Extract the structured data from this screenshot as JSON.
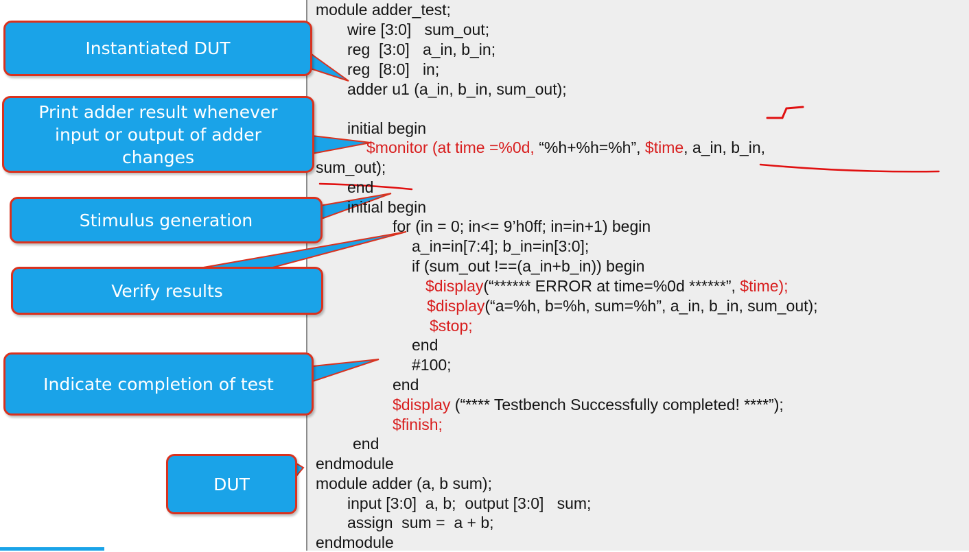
{
  "callouts": {
    "instantiated_dut": "Instantiated DUT",
    "print_result": "Print adder result whenever input or output of adder changes",
    "stimulus": "Stimulus generation",
    "verify": "Verify results",
    "completion": "Indicate completion  of test",
    "dut": "DUT"
  },
  "code": [
    {
      "segs": [
        {
          "t": "module adder_test;"
        }
      ]
    },
    {
      "segs": [
        {
          "t": "wire [3:0]   sum_out;"
        }
      ]
    },
    {
      "segs": [
        {
          "t": "reg  [3:0]   a_in, b_in;"
        }
      ]
    },
    {
      "segs": [
        {
          "t": "reg  [8:0]   in;"
        }
      ]
    },
    {
      "segs": [
        {
          "t": "adder u1 (a_in, b_in, sum_out);"
        }
      ]
    },
    {
      "segs": [
        {
          "t": ""
        }
      ]
    },
    {
      "segs": [
        {
          "t": "initial begin"
        }
      ]
    },
    {
      "segs": [
        {
          "t": "$monitor (at time =%0d, ",
          "c": "red"
        },
        {
          "t": "“%h+%h=%h”, "
        },
        {
          "t": "$time",
          "c": "red"
        },
        {
          "t": ", a_in, b_in,"
        }
      ]
    },
    {
      "segs": [
        {
          "t": "sum_out);"
        }
      ]
    },
    {
      "segs": [
        {
          "t": "end"
        }
      ]
    },
    {
      "segs": [
        {
          "t": "initial begin"
        }
      ]
    },
    {
      "segs": [
        {
          "t": "for (in = 0; in<= 9’h0ff; in=in+1) begin"
        }
      ]
    },
    {
      "segs": [
        {
          "t": "a_in=in[7:4]; b_in=in[3:0];"
        }
      ]
    },
    {
      "segs": [
        {
          "t": "if (sum_out !==(a_in+b_in)) begin"
        }
      ]
    },
    {
      "segs": [
        {
          "t": "$display",
          "c": "red"
        },
        {
          "t": "(“****** ERROR at time=%0d ******”, "
        },
        {
          "t": "$time);",
          "c": "red"
        }
      ]
    },
    {
      "segs": [
        {
          "t": "$display",
          "c": "red"
        },
        {
          "t": "(“a=%h, b=%h, sum=%h”, a_in, b_in, sum_out);"
        }
      ]
    },
    {
      "segs": [
        {
          "t": "$stop;",
          "c": "red"
        }
      ]
    },
    {
      "segs": [
        {
          "t": "end"
        }
      ]
    },
    {
      "segs": [
        {
          "t": "#100;"
        }
      ]
    },
    {
      "segs": [
        {
          "t": "end"
        }
      ]
    },
    {
      "segs": [
        {
          "t": "$display",
          "c": "red"
        },
        {
          "t": " (“**** Testbench Successfully completed! ****”);"
        }
      ]
    },
    {
      "segs": [
        {
          "t": "$finish;",
          "c": "red"
        }
      ]
    },
    {
      "segs": [
        {
          "t": "end"
        }
      ]
    },
    {
      "segs": [
        {
          "t": "endmodule"
        }
      ]
    },
    {
      "segs": [
        {
          "t": "module adder (a, b sum);"
        }
      ]
    },
    {
      "segs": [
        {
          "t": "input [3:0]  a, b;  output [3:0]   sum;"
        }
      ]
    },
    {
      "segs": [
        {
          "t": "assign  sum =  a + b;"
        }
      ]
    },
    {
      "segs": [
        {
          "t": "endmodule"
        }
      ]
    }
  ],
  "colors": {
    "callout_fill": "#1aa3e8",
    "callout_border": "#d9321f",
    "code_red": "#d81e1e",
    "code_background": "#eeeeee"
  }
}
